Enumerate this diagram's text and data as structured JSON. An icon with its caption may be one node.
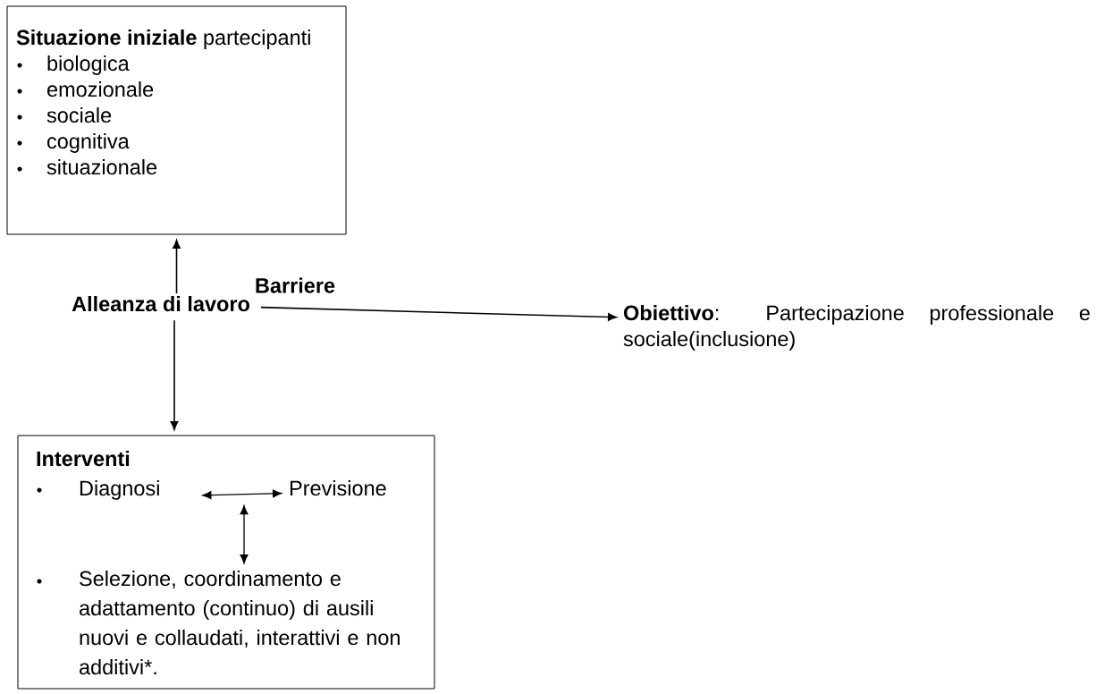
{
  "diagram": {
    "nodes": [
      {
        "text": [
          "**Situazione iniziale** partecipanti",
          "biologica",
          "emozionale",
          "sociale",
          "cognitiva",
          "situazionale"
        ]
      },
      {
        "text": [
          "Alleanza di lavoro"
        ]
      },
      {
        "text": [
          "**Obiettivo**: Partecipazione professionale e sociale(inclusione)"
        ]
      },
      {
        "text": [
          "Interventi"
        ]
      },
      {
        "text": [
          "Diagnosi"
        ],
        "in": 3
      },
      {
        "text": [
          "Previsione"
        ],
        "in": 3
      },
      {
        "text": [
          "Selezione, coordinamento e adattamento (continuo) di ausili nuovi e collaudati, interattivi e non additivi*."
        ],
        "in": 3
      }
    ],
    "edges": [
      {
        "from": 1,
        "to": 0,
        "arrow": "to"
      },
      {
        "from": 1,
        "to": 2,
        "arrow": "to",
        "label": "Barriere"
      },
      {
        "from": 1,
        "to": 3,
        "arrow": "to"
      },
      {
        "from": 4,
        "to": 5,
        "arrow": "both"
      },
      {
        "from": 5,
        "to": 6,
        "arrow": "both"
      }
    ]
  }
}
